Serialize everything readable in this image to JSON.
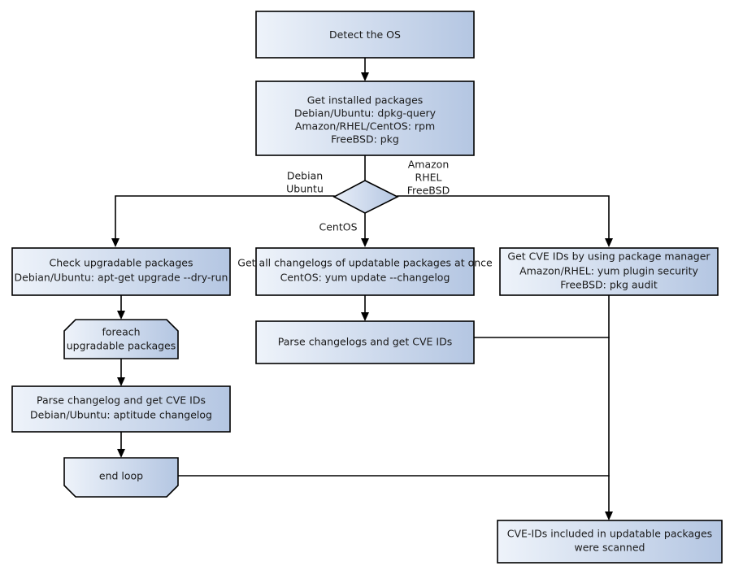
{
  "diagram": {
    "title": "OS package CVE scanning flow",
    "type": "flowchart",
    "colors": {
      "gradient_start": "#eef3fa",
      "gradient_end": "#b4c6e2",
      "stroke": "#000000",
      "text": "#1a1a1a",
      "background": "#ffffff"
    },
    "nodes": [
      {
        "id": "detect-os",
        "shape": "rectangle",
        "lines": [
          "Detect the OS"
        ]
      },
      {
        "id": "get-installed-packages",
        "shape": "rectangle",
        "lines": [
          "Get installed packages",
          "Debian/Ubuntu: dpkg-query",
          "Amazon/RHEL/CentOS: rpm",
          "FreeBSD: pkg"
        ]
      },
      {
        "id": "os-decision",
        "shape": "diamond",
        "lines": []
      },
      {
        "id": "check-upgradable-packages",
        "shape": "rectangle",
        "lines": [
          "Check upgradable packages",
          "Debian/Ubuntu: apt-get upgrade --dry-run"
        ]
      },
      {
        "id": "get-all-changelogs",
        "shape": "rectangle",
        "lines": [
          "Get all changelogs of updatable packages at once",
          "CentOS: yum update --changelog"
        ]
      },
      {
        "id": "get-cve-ids-package-manager",
        "shape": "rectangle",
        "lines": [
          "Get CVE IDs by using package manager",
          "Amazon/RHEL: yum plugin security",
          "FreeBSD: pkg audit"
        ]
      },
      {
        "id": "foreach-upgradable-packages",
        "shape": "loop-start",
        "lines": [
          "foreach",
          "upgradable  packages"
        ]
      },
      {
        "id": "parse-changelogs-center",
        "shape": "rectangle",
        "lines": [
          "Parse changelogs and get CVE IDs"
        ]
      },
      {
        "id": "parse-changelog-left",
        "shape": "rectangle",
        "lines": [
          "Parse changelog and get  CVE IDs",
          "Debian/Ubuntu: aptitude changelog"
        ]
      },
      {
        "id": "end-loop",
        "shape": "loop-end",
        "lines": [
          "end loop"
        ]
      },
      {
        "id": "scan-complete",
        "shape": "rectangle",
        "lines": [
          "CVE-IDs included in updatable packages",
          "were scanned"
        ]
      }
    ],
    "edge_labels": [
      {
        "id": "branch-debian-ubuntu",
        "lines": [
          "Debian",
          "Ubuntu"
        ]
      },
      {
        "id": "branch-amazon-rhel-freebsd",
        "lines": [
          "Amazon",
          "RHEL",
          "FreeBSD"
        ]
      },
      {
        "id": "branch-centos",
        "lines": [
          "CentOS"
        ]
      }
    ]
  }
}
